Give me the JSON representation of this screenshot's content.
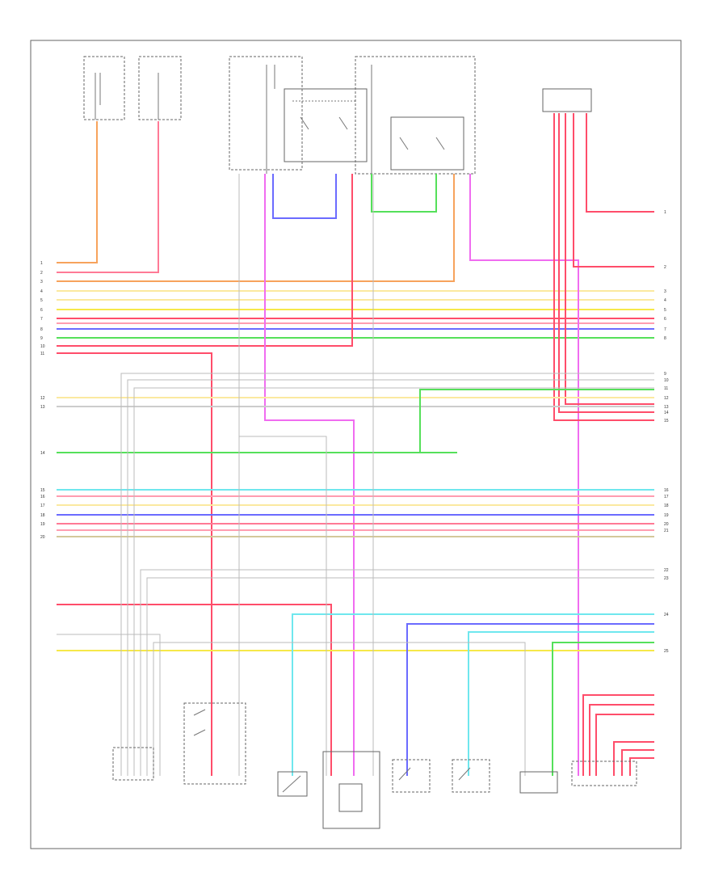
{
  "diagram": {
    "title": "",
    "page_marker": "",
    "colors": {
      "orange": "#f7a35c",
      "pink": "#ff7a96",
      "red": "#ff4d6a",
      "yellow": "#f6e84a",
      "light_yellow": "#fbe9a0",
      "blue": "#6b6bff",
      "green": "#55e05a",
      "cyan": "#6fe7ee",
      "magenta": "#f06cf0",
      "gray": "#bbbbbb",
      "olive": "#d4c89a"
    },
    "side_numbers_left": [
      "1",
      "2",
      "3",
      "4",
      "5",
      "6",
      "7",
      "8",
      "9",
      "10",
      "11",
      "12",
      "13",
      "14",
      "15",
      "16",
      "17",
      "18",
      "19",
      "20"
    ],
    "side_numbers_right": [
      "1",
      "2",
      "3",
      "4",
      "5",
      "6",
      "7",
      "8",
      "9",
      "10",
      "11",
      "12",
      "13",
      "14",
      "15",
      "16",
      "17",
      "18",
      "19",
      "20",
      "21",
      "22",
      "23",
      "24",
      "25"
    ],
    "components": [
      {
        "key": "fuse1",
        "label": ""
      },
      {
        "key": "fuse2",
        "label": ""
      },
      {
        "key": "fuse3",
        "label": ""
      },
      {
        "key": "fuse4",
        "label": ""
      },
      {
        "key": "relay1",
        "label": ""
      },
      {
        "key": "relay2",
        "label": ""
      },
      {
        "key": "junction",
        "label": ""
      },
      {
        "key": "bot1",
        "label": ""
      },
      {
        "key": "bot2",
        "label": ""
      },
      {
        "key": "bot3",
        "label": ""
      },
      {
        "key": "bot4",
        "label": ""
      },
      {
        "key": "bot5",
        "label": ""
      },
      {
        "key": "bot6",
        "label": ""
      },
      {
        "key": "bot7",
        "label": ""
      },
      {
        "key": "bot8",
        "label": ""
      }
    ],
    "note_right": ""
  }
}
